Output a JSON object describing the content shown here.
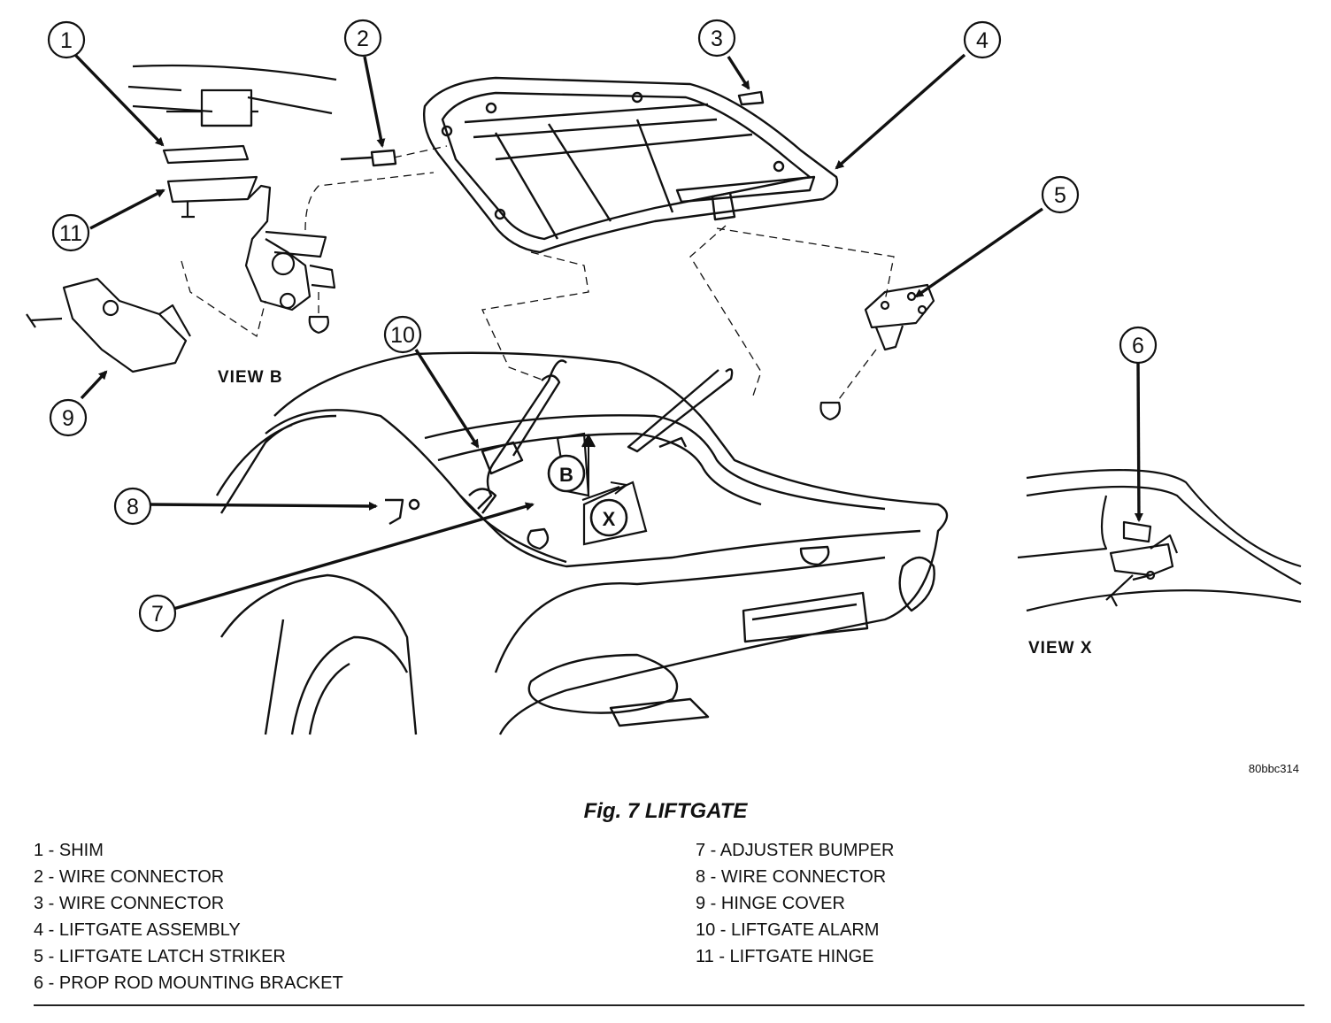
{
  "figure": {
    "caption": "Fig. 7 LIFTGATE",
    "code": "80bbc314"
  },
  "views": {
    "view_b": "VIEW B",
    "view_x": "VIEW X",
    "marker_b": "B",
    "marker_x": "X"
  },
  "callouts": [
    "1",
    "2",
    "3",
    "4",
    "5",
    "6",
    "7",
    "8",
    "9",
    "10",
    "11"
  ],
  "legend": {
    "left": [
      "1 - SHIM",
      "2 - WIRE CONNECTOR",
      "3 - WIRE CONNECTOR",
      "4 - LIFTGATE ASSEMBLY",
      "5 - LIFTGATE LATCH STRIKER",
      "6 - PROP ROD MOUNTING BRACKET"
    ],
    "right": [
      "7 - ADJUSTER BUMPER",
      "8 - WIRE CONNECTOR",
      "9 - HINGE COVER",
      "10 - LIFTGATE ALARM",
      "11 - LIFTGATE HINGE"
    ]
  }
}
